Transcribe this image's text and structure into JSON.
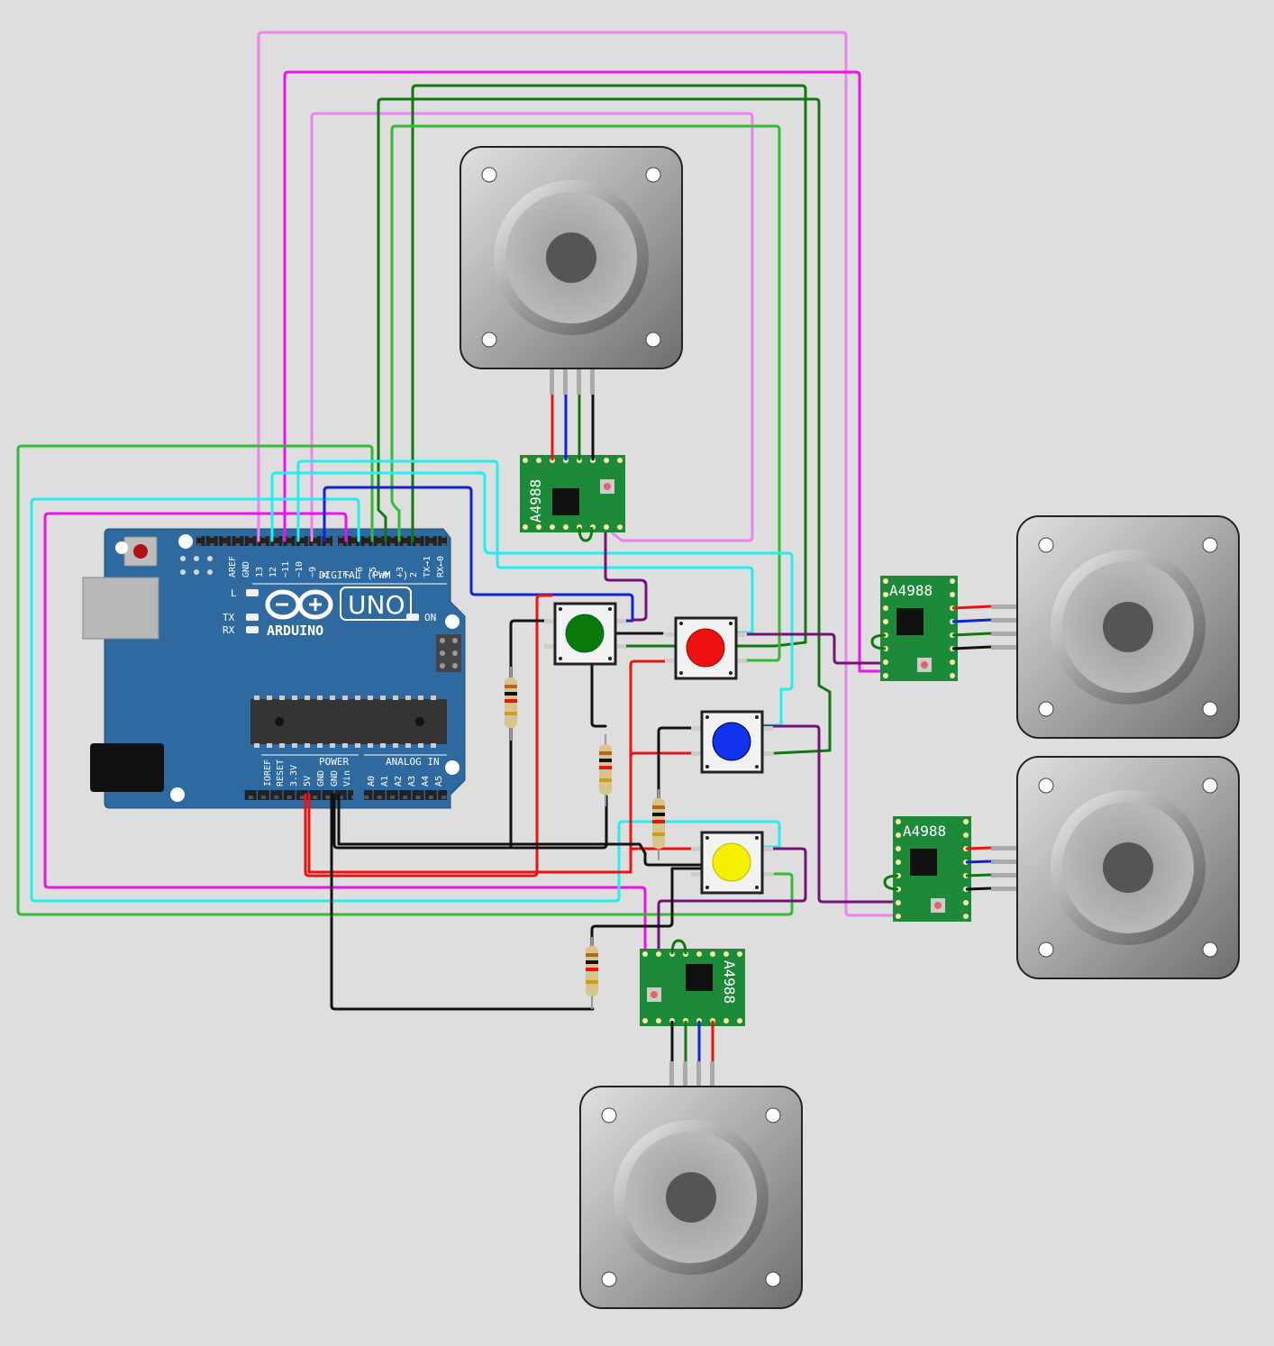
{
  "arduino": {
    "model": "UNO",
    "brand": "ARDUINO",
    "digital_label": "DIGITAL (PWM ~)",
    "power_label": "POWER",
    "analog_label": "ANALOG IN",
    "led_l": "L",
    "led_tx": "TX",
    "led_rx": "RX",
    "led_on": "ON",
    "top_pins": [
      "AREF",
      "GND",
      "13",
      "12",
      "~11",
      "~10",
      "~9",
      "8",
      "7",
      "~6",
      "~5",
      "4",
      "~3",
      "2",
      "TX→1",
      "RX←0"
    ],
    "bottom_pins": [
      "IOREF",
      "RESET",
      "3.3V",
      "5V",
      "GND",
      "GND",
      "Vin",
      "A0",
      "A1",
      "A2",
      "A3",
      "A4",
      "A5"
    ]
  },
  "drivers": [
    {
      "label": "A4988"
    },
    {
      "label": "A4988"
    },
    {
      "label": "A4988"
    },
    {
      "label": "A4988"
    }
  ],
  "buttons": [
    {
      "color": "green",
      "hex": "#0a7a0a"
    },
    {
      "color": "red",
      "hex": "#ee1111"
    },
    {
      "color": "blue",
      "hex": "#1133ee"
    },
    {
      "color": "yellow",
      "hex": "#f5f000"
    }
  ],
  "colors": {
    "board": "#2e6aa0",
    "driver": "#1d8a3a",
    "wire_pink": "#ee82ee",
    "wire_magenta": "#ee11ee",
    "wire_green": "#33bb33",
    "wire_dkgreen": "#117711",
    "wire_cyan": "#22eeee",
    "wire_blue": "#1122dd",
    "wire_red": "#ee1111",
    "wire_black": "#111111",
    "wire_purple": "#771177"
  }
}
